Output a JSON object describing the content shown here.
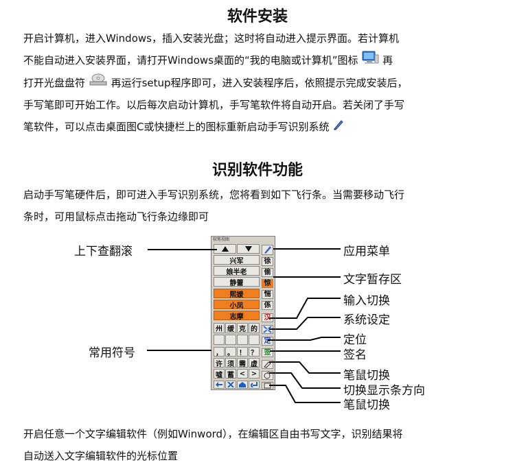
{
  "section1": {
    "heading": "软件安装",
    "line1": "开启计算机，进入Windows，插入安装光盘；这时将自动进入提示界面。若计算机",
    "line2a": "不能自动进入安装界面，请打开Windows桌面的“我的电脑或计算机”图标",
    "line3a": "打开光盘盘符",
    "line3b": "再运行setup程序即可，进入安装程序后，依照提示完成安装后，",
    "line4": "手写笔即可开始工作。以后每次启动计算机，手写笔软件将自动开启。若关闭了手写",
    "line5": "笔软件，可以点击桌面图C或快捷栏上的图标重新启动手写识别系统"
  },
  "section2": {
    "heading": "识别软件功能",
    "line1": "启动手写笔硬件后，即可进入手写识别系统，您将看到如下飞行条。当需要移动飞行",
    "line2": "条时，可用鼠标点击拖动飞行条边缘即可"
  },
  "toolbar": {
    "title": "软笔视图",
    "candidates": [
      "兴军",
      "娘半老",
      "静蕾",
      "熙媛",
      "小凤",
      "志摩"
    ],
    "grid_row1": [
      "州",
      "缓",
      "克",
      "的"
    ],
    "symbols_row": [
      "，",
      "。",
      "！",
      "？"
    ],
    "grid_row3": [
      "许",
      "须",
      "需",
      "虚"
    ],
    "grid_row4": [
      "嘘",
      "蓄",
      "<",
      ">"
    ],
    "side_chars": [
      "徐",
      "偷",
      "惊",
      "惴",
      "係"
    ],
    "side_labels": [
      "汉",
      "定",
      "签"
    ]
  },
  "labels": {
    "left_scroll": "上下查翻滚",
    "left_symbols": "常用符号",
    "app_menu": "应用菜单",
    "temp_area": "文字暂存区",
    "input_switch": "输入切换",
    "sys_settings": "系统设定",
    "locate": "定位",
    "sign": "签名",
    "pen_mouse1": "笔鼠切换",
    "display_dir": "切换显示条方向",
    "pen_mouse2": "笔鼠切换"
  },
  "footer": {
    "line1": "开启任意一个文字编辑软件（例如Winword），在编辑区自由书写文字，识别结果将",
    "line2": "自动送入文字编辑软件的光标位置"
  }
}
